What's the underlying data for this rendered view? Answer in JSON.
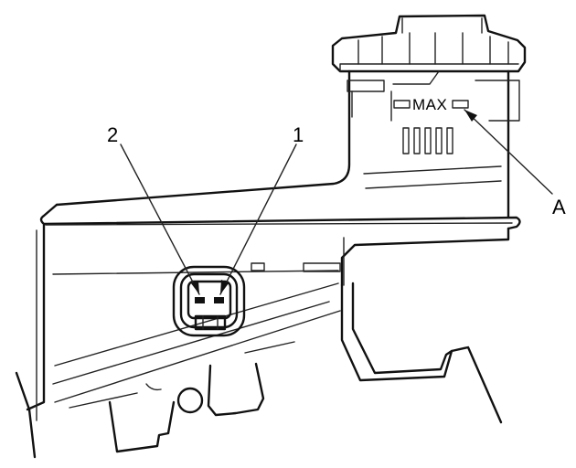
{
  "labels": {
    "callout_1": "1",
    "callout_2": "2",
    "callout_a": "A",
    "max_mark": "MAX"
  },
  "colors": {
    "line": "#111111",
    "background": "#ffffff"
  }
}
